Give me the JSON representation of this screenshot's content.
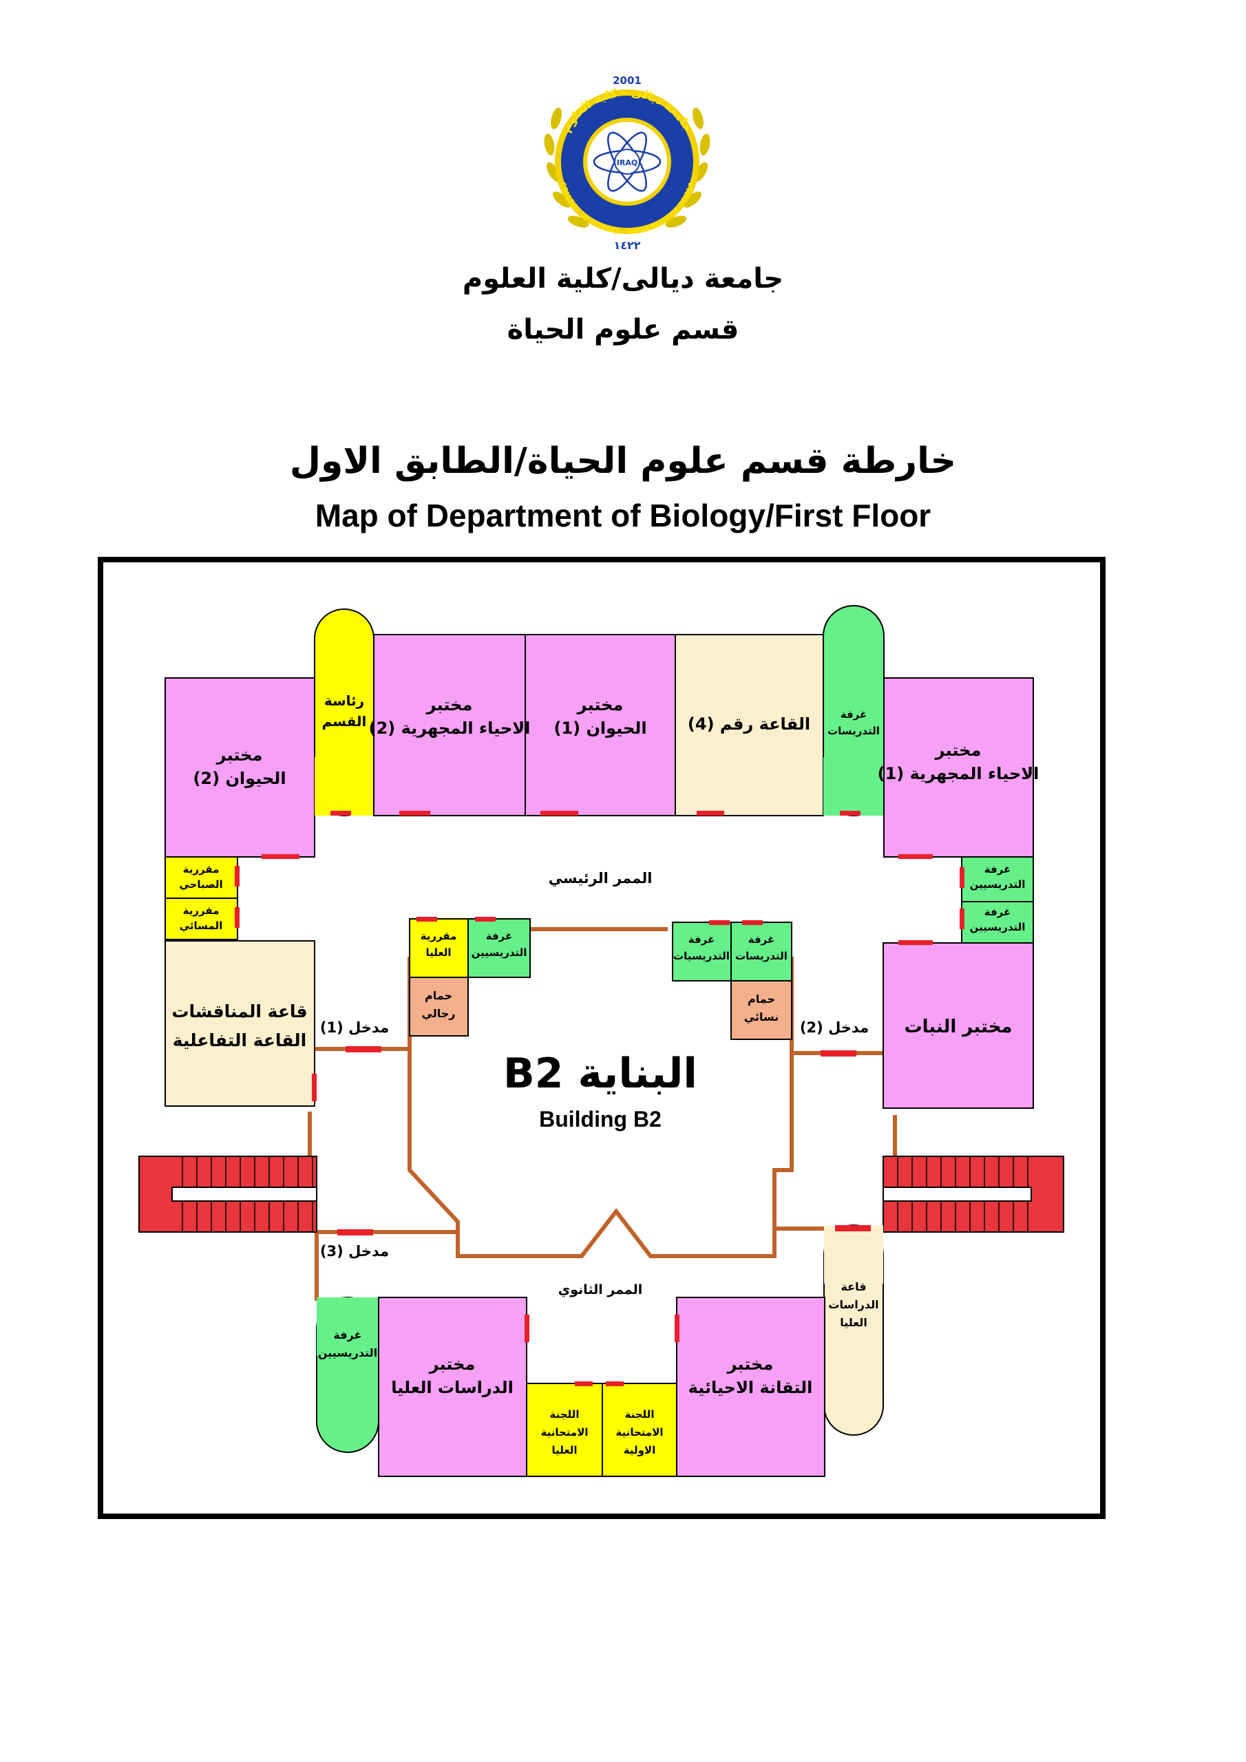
{
  "header": {
    "logo": {
      "year_top": "2001",
      "year_bottom": "١٤٢٢",
      "ring_text_top": "جامعة ديالى - كلية العلوم",
      "ring_text_bottom": "COLLEGE OF SCIENCE - UNIVERSITY OF DIYALA",
      "center_text": "IRAQ"
    },
    "university": "جامعة ديالى/كلية العلوم",
    "department": "قسم علوم الحياة"
  },
  "title": {
    "arabic": "خارطة قسم علوم الحياة/الطابق الاول",
    "english": "Map of Department of Biology/First Floor"
  },
  "building": {
    "arabic": "البناية B2",
    "english": "Building B2"
  },
  "corridors": {
    "main": "الممر الرئيسي",
    "secondary": "الممر الثانوي"
  },
  "entrances": {
    "e1": "مدخل (1)",
    "e2": "مدخل (2)",
    "e3": "مدخل (3)"
  },
  "rooms": {
    "animal_lab_2": [
      "مختبر",
      "الحيوان (2)"
    ],
    "dept_head": [
      "رئاسة",
      "القسم"
    ],
    "microbiology_lab_2": [
      "مختبر",
      "الاحياء المجهرية (2)"
    ],
    "animal_lab_1": [
      "مختبر",
      "الحيوان (1)"
    ],
    "hall_4": [
      "القاعة رقم (4)"
    ],
    "teaching_staff_f_top": [
      "غرفة",
      "التدريسات"
    ],
    "microbiology_lab_1": [
      "مختبر",
      "الاحياء المجهرية (1)"
    ],
    "rapporteur_morning": [
      "مقررية",
      "الصباحي"
    ],
    "rapporteur_evening": [
      "مقررية",
      "المسائي"
    ],
    "teaching_staff_m_right_1": [
      "غرفة",
      "التدريسيين"
    ],
    "teaching_staff_m_right_2": [
      "غرفة",
      "التدريسيين"
    ],
    "rapporteur_postgrad": [
      "مقررية",
      "العليا"
    ],
    "teaching_staff_m_inner": [
      "غرفة",
      "التدريسيين"
    ],
    "teaching_staff_f_inner_1": [
      "غرفة",
      "التدريسيات"
    ],
    "teaching_staff_f_inner_2": [
      "غرفة",
      "التدريسات"
    ],
    "men_wc": [
      "حمام",
      "رجالي"
    ],
    "women_wc": [
      "حمام",
      "نسائي"
    ],
    "discussion_hall": [
      "قاعة المناقشات",
      "القاعة التفاعلية"
    ],
    "plant_lab": [
      "مختبر النبات"
    ],
    "postgrad_hall": [
      "قاعة",
      "الدراسات",
      "العليا"
    ],
    "teaching_staff_m_bottom": [
      "غرفة",
      "التدريسيين"
    ],
    "postgrad_lab": [
      "مختبر",
      "الدراسات العليا"
    ],
    "exam_committee_postgrad": [
      "اللجنة",
      "الامتحانية",
      "العليا"
    ],
    "exam_committee_first": [
      "اللجنة",
      "الامتحانية",
      "الاولية"
    ],
    "biotech_lab": [
      "مختبر",
      "التقانة الاحيائية"
    ]
  },
  "colors": {
    "lab_pink": "#f6a0f6",
    "yellow": "#ffff00",
    "cream": "#fcefce",
    "green": "#66f08a",
    "salmon": "#f4b08c",
    "corridor_line": "#c0622a",
    "door_red": "#e8202a",
    "stairs_red": "#e8363c",
    "frame": "#000000"
  }
}
